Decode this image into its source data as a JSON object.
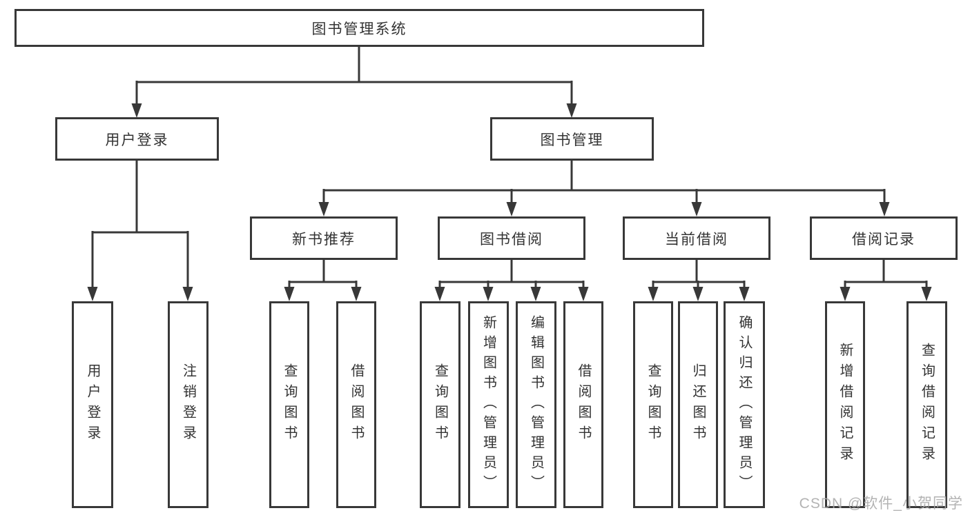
{
  "diagram": {
    "root_label": "图书管理系统",
    "level2": {
      "user_login": "用户登录",
      "book_management": "图书管理"
    },
    "level3": {
      "new_book_recommend": "新书推荐",
      "book_borrowing": "图书借阅",
      "current_borrowing": "当前借阅",
      "borrowing_records": "借阅记录"
    },
    "leaves": {
      "user_login": "用户登录",
      "logout": "注销登录",
      "recommend_query_book": "查询图书",
      "recommend_borrow_book": "借阅图书",
      "borrowing_query_book": "查询图书",
      "borrowing_add_book_admin": "新增图书（管理员）",
      "borrowing_edit_book_admin": "编辑图书（管理员）",
      "borrowing_borrow_book": "借阅图书",
      "current_query_book": "查询图书",
      "current_return_book": "归还图书",
      "current_confirm_return_admin": "确认归还（管理员）",
      "records_add_borrow_record": "新增借阅记录",
      "records_query_borrow_record": "查询借阅记录"
    }
  },
  "watermark": {
    "text": "CSDN @软件_小贺同学"
  },
  "colors": {
    "background": "#ffffff",
    "line": "#383838",
    "box_border": "#383838",
    "text": "#333333",
    "watermark": "#a8a8a8"
  }
}
